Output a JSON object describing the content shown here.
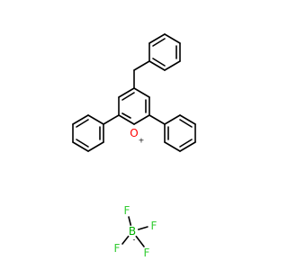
{
  "structure": {
    "cation": {
      "heteroatom": {
        "symbol": "O",
        "charge": "+",
        "color": "#ff0000"
      }
    },
    "anion": {
      "center": {
        "symbol": "B",
        "charge": "-",
        "color": "#00b000"
      },
      "ligands": [
        {
          "symbol": "F",
          "color": "#33cc33"
        },
        {
          "symbol": "F",
          "color": "#33cc33"
        },
        {
          "symbol": "F",
          "color": "#33cc33"
        },
        {
          "symbol": "F",
          "color": "#33cc33"
        }
      ]
    }
  }
}
